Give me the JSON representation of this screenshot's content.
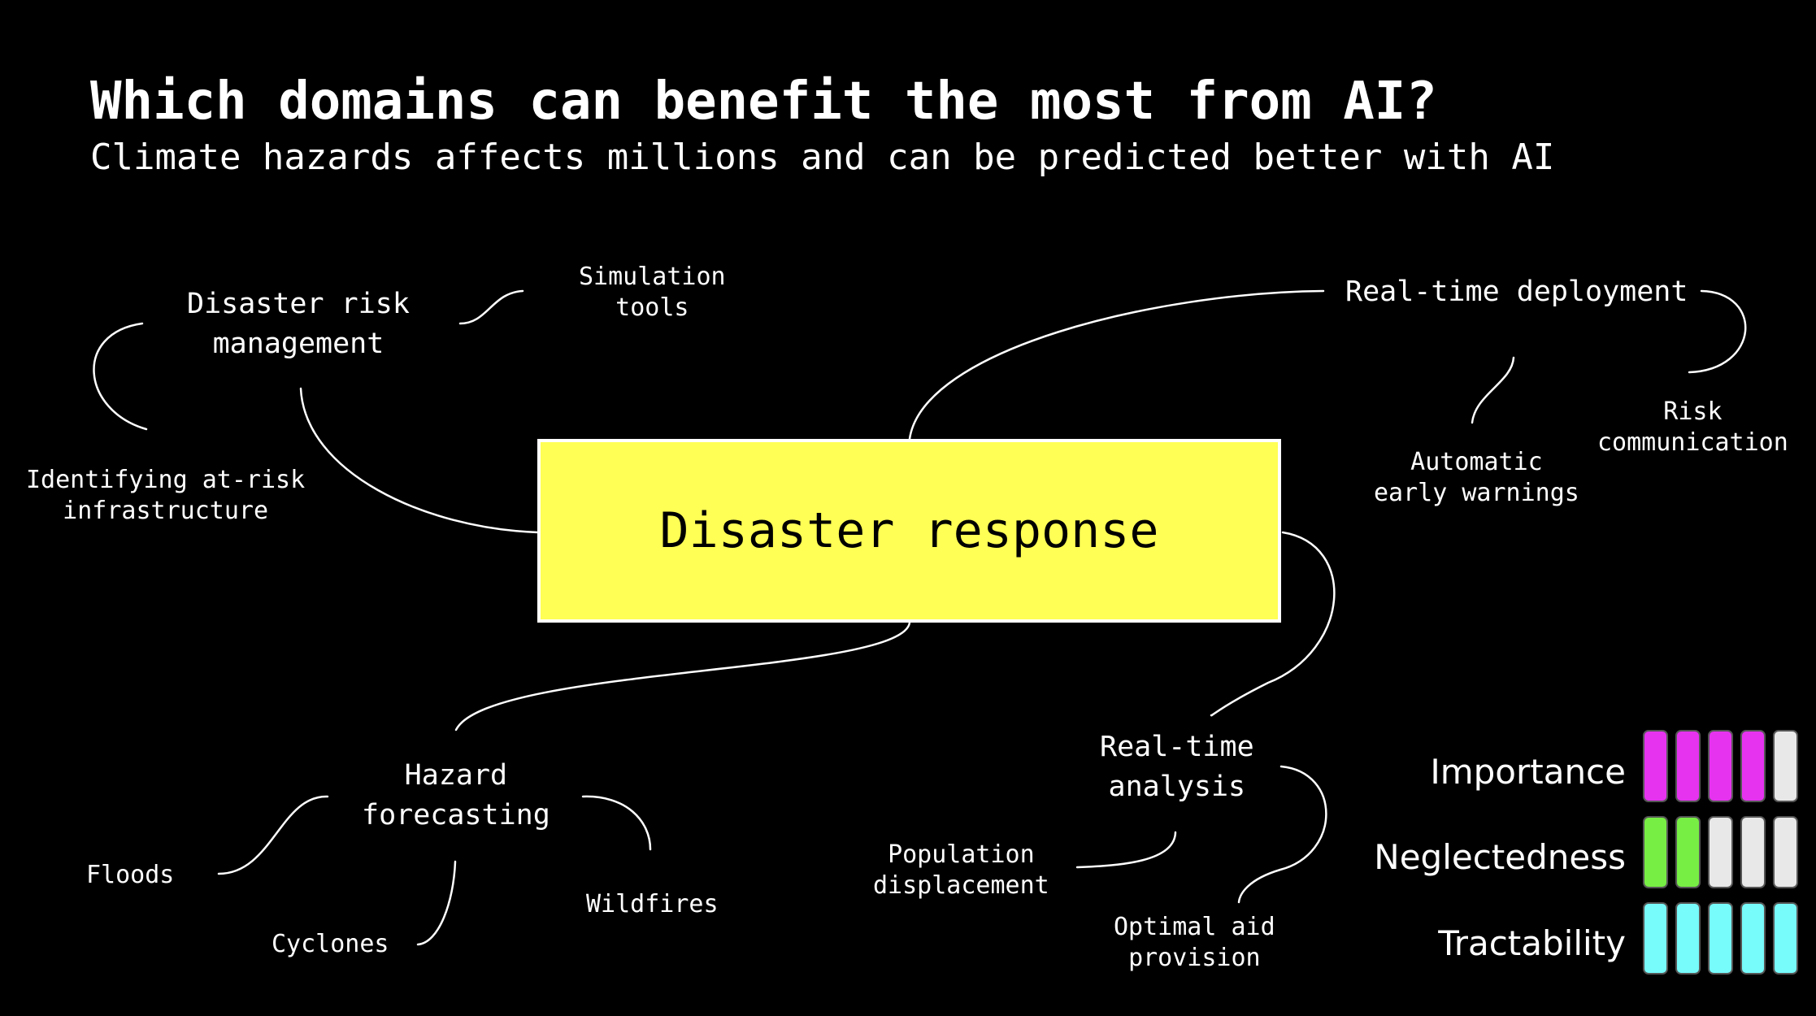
{
  "title": "Which domains can benefit the most from AI?",
  "subtitle": "Climate hazards affects millions and can be predicted better with AI",
  "center": "Disaster response",
  "nodes": {
    "disaster_risk": "Disaster risk\nmanagement",
    "simulation": "Simulation\ntools",
    "identifying": "Identifying at-risk\ninfrastructure",
    "realtime_deploy": "Real-time deployment",
    "automatic": "Automatic\nearly warnings",
    "risk_comm": "Risk\ncommunication",
    "hazard": "Hazard\nforecasting",
    "floods": "Floods",
    "cyclones": "Cyclones",
    "wildfires": "Wildfires",
    "realtime_analysis": "Real-time\nanalysis",
    "population": "Population\ndisplacement",
    "optimal_aid": "Optimal aid\nprovision"
  },
  "legend": [
    {
      "label": "Importance",
      "filled": 4,
      "total": 5,
      "color": "#e633f0"
    },
    {
      "label": "Neglectedness",
      "filled": 2,
      "total": 5,
      "color": "#77ee44"
    },
    {
      "label": "Tractability",
      "filled": 5,
      "total": 5,
      "color": "#77fbfb"
    }
  ],
  "colors": {
    "background": "#000000",
    "center_box": "#ffff55",
    "empty_bar": "#e8e8e8"
  }
}
